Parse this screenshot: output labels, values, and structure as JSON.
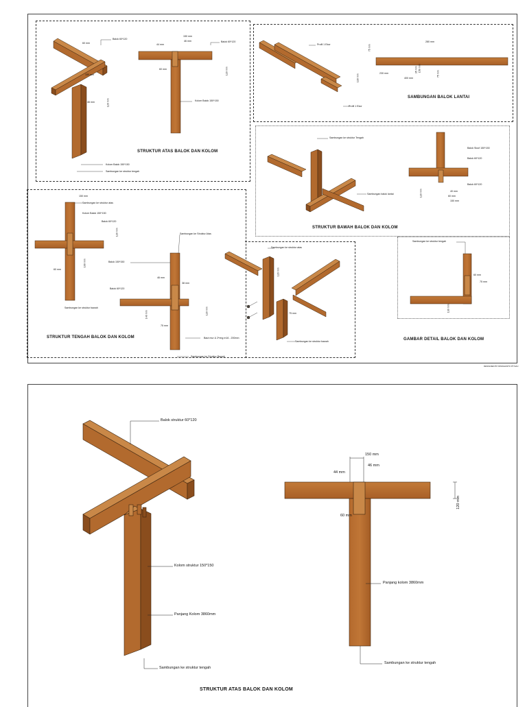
{
  "sheet1": {
    "credit": "DESIGNED BY RINDHANTO PT.SAU",
    "panels": {
      "top_left": {
        "title": "STRUKTUR ATAS BALOK DAN KOLOM",
        "labels": {
          "balok_a": "Balok 60*120",
          "dim_60_a": "60 mm",
          "dim_46_a": "46 mm",
          "dim_150_a": "150 mm",
          "dim_120_a": "120 mm",
          "kolom_a": "Kolom Balok 150*150",
          "sambungan_a": "Sambungan ke struktur tengah",
          "dim_44_b": "44 mm",
          "dim_150_b": "150 mm",
          "dim_46_b": "46 mm",
          "balok_b": "Balok 60*120",
          "dim_120_b": "120 mm",
          "dim_60_b": "60 mm",
          "kolom_b": "Kolom Balok 150*150"
        }
      },
      "top_right": {
        "title": "SAMBUNGAN BALOK LANTAI",
        "labels": {
          "profil_a": "Profil 1 Ekor",
          "profil_b": "Profil 1 Ekor",
          "dim_280": "280 mm",
          "dim_75": "75 mm",
          "dim_130": "130 mm",
          "dim_230": "230 mm",
          "dim_35": "35 mm",
          "dim_400": "400 mm",
          "dim_75b": "75 mm",
          "dim_150": "150 mm"
        }
      },
      "mid_right": {
        "title": "STRUKTUR BAWAH  BALOK DAN KOLOM",
        "labels": {
          "samb_tengah": "Sambungan ke struktur Tengah",
          "samb_lantai": "Sambungan balok lantai",
          "balok_sloof": "Balok Sloof 150*150",
          "balok_60_a": "Balok 60*120",
          "balok_60_b": "Balok 60*120",
          "dim_40": "40 mm",
          "dim_60": "60 mm",
          "dim_150": "150 mm",
          "dim_120": "120 mm"
        }
      },
      "bottom_left": {
        "title": "STRUKTUR TENGAH BALOK DAN KOLOM",
        "labels": {
          "dim_150": "150 mm",
          "samb_atas": "Sambungan ke struktur atas",
          "kolom": "Kolom Balok 150*150",
          "balok": "Balok 60*120",
          "dim_120": "120 mm",
          "dim_60": "60 mm",
          "dim_100": "100 mm",
          "dim_120b": "120 mm",
          "samb_bawah": "Sambungan ke struktur bawah",
          "samb_atas2": "Sambungan ke Struktur Atas",
          "balok150": "Balok 150*150",
          "dim_46": "46 mm",
          "balok60": "Balok 60*120",
          "dim_38": "38 mm",
          "dim_120c": "120 mm",
          "dim_140": "140 mm",
          "dim_75": "75 mm",
          "baut": "Baut mur & 2*ring m16 - 200mm",
          "samb_bawah2": "Sambungan ke Struktur Bawah",
          "samb_atas3": "Sambungan ke struktur atas",
          "dim_120d": "120 mm",
          "dim_75b": "75 mm",
          "samb_bawah3": "Sambungan ke struktur bawah"
        }
      },
      "detail": {
        "title": "GAMBAR DETAIL BALOK DAN KOLOM",
        "labels": {
          "samb_tengah": "Sambungan ke struktur tengah",
          "dim_60": "60 mm",
          "dim_75": "75 mm",
          "dim_130": "130 mm"
        }
      }
    }
  },
  "sheet2": {
    "title": "STRUKTUR ATAS BALOK DAN KOLOM",
    "labels": {
      "balok": "Balok struktur 60*120",
      "kolom": "Kolom struktur 150*150",
      "panjang_a": "Panjang Kolom 3860mm",
      "sambungan_a": "Sambungan ke struktur tengah",
      "dim_150": "150 mm",
      "dim_44": "44 mm",
      "dim_46": "46 mm",
      "dim_120": "120 mm",
      "dim_60": "60 mm",
      "panjang_b": "Panjang kolom 3860mm",
      "sambungan_b": "Sambungan ke struktur tengah"
    }
  },
  "colors": {
    "wood": "#b0672c",
    "wood_dark": "#8a4d1d",
    "wood_light": "#c98848",
    "line": "#222222"
  }
}
